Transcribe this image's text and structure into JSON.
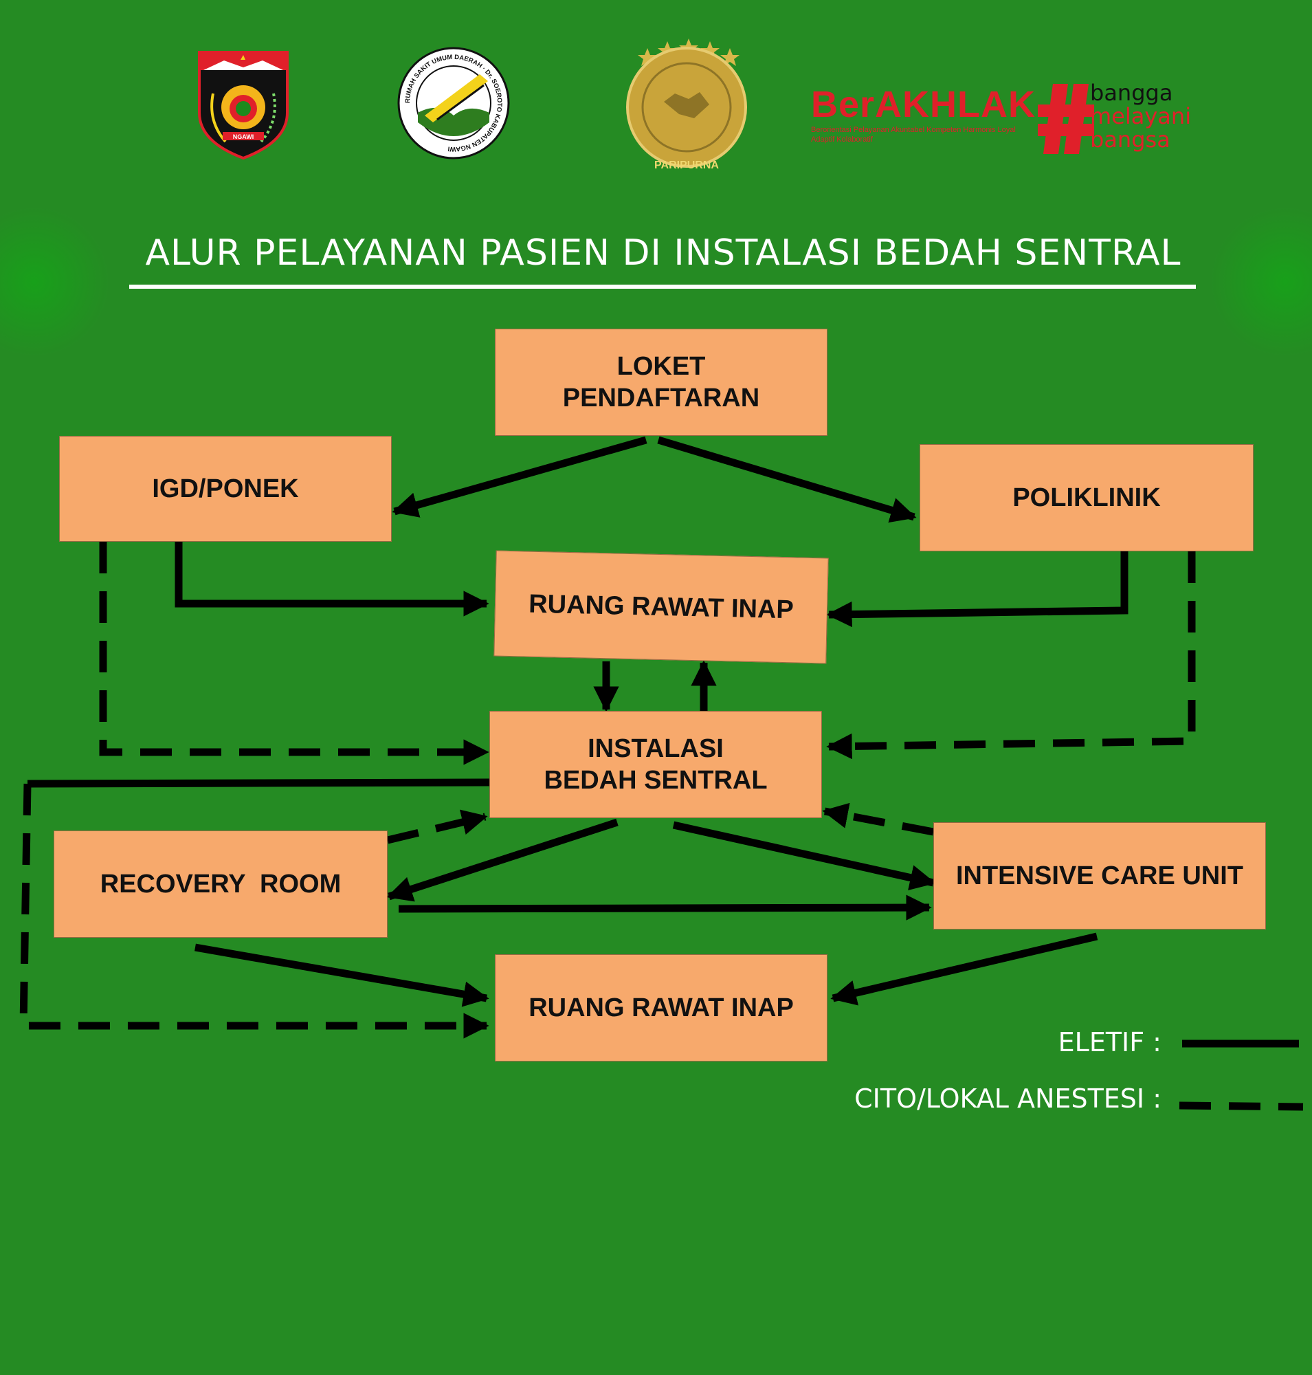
{
  "header": {
    "logo_ngawi_text": "NGAWI",
    "logo_rsud_ring_text": "RUMAH SAKIT UMUM DAERAH · Dr. SOEROTO KABUPATEN NGAWI",
    "accreditation_label": "PARIPURNA",
    "berakhlak_wordmark": "BerAKHLAK",
    "berakhlak_subtext": "Berorientasi Pelayanan Akuntabel Kompeten Harmonis Loyal Adaptif Kolaboratif",
    "bangga_line1": "bangga",
    "bangga_line2": "melayani",
    "bangga_line3": "bangsa"
  },
  "title": "ALUR PELAYANAN PASIEN DI INSTALASI BEDAH SENTRAL",
  "nodes": {
    "loket": "LOKET\nPENDAFTARAN",
    "igd": "IGD/PONEK",
    "poliklinik": "POLIKLINIK",
    "rawat_inap_top": "RUANG RAWAT INAP",
    "ibs": "INSTALASI\nBEDAH SENTRAL",
    "recovery": "RECOVERY  ROOM",
    "icu": "INTENSIVE CARE UNIT",
    "rawat_inap_bottom": "RUANG RAWAT INAP"
  },
  "legend": {
    "elective": "ELETIF  :",
    "cito": "CITO/LOKAL ANESTESI  :"
  },
  "colors": {
    "background": "#258b23",
    "box_fill": "#f7a96c",
    "arrow": "#000000",
    "title_text": "#ffffff",
    "brand_red": "#e0202a",
    "gold": "#c9a43a"
  }
}
